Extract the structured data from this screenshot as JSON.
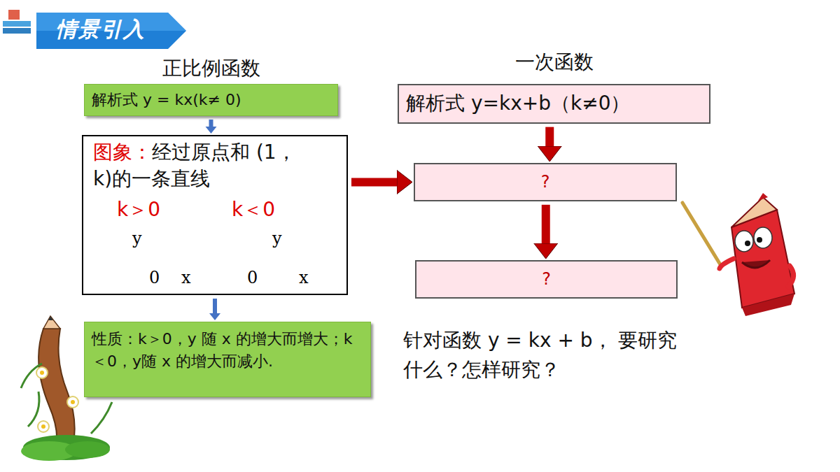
{
  "diagram": {
    "title": "情景引入",
    "nodes": [
      {
        "text": [
          "正比例函数",
          "解析式 y = kx(k≠ 0)"
        ]
      },
      {
        "text": [
          "图象：",
          "经过原点和 (1，k)的一条直线",
          "k＞0",
          "k＜0",
          "y",
          "0",
          "x",
          "y",
          "0",
          "x"
        ]
      },
      {
        "text": [
          "性质：k＞0，y 随 x 的增大而增大；k＜0，y随 x 的增大而减小."
        ]
      },
      {
        "text": [
          "一次函数",
          "解析式 y=kx+b（k≠0）"
        ]
      },
      {
        "text": [
          "?"
        ]
      },
      {
        "text": [
          "?"
        ]
      }
    ],
    "edges": [
      {
        "from": 0,
        "to": 1,
        "arrow": "to"
      },
      {
        "from": 1,
        "to": 2,
        "arrow": "to"
      },
      {
        "from": 1,
        "to": 4,
        "arrow": "to"
      },
      {
        "from": 3,
        "to": 4,
        "arrow": "to"
      },
      {
        "from": 4,
        "to": 5,
        "arrow": "to"
      }
    ],
    "labels": [
      "针对函数 y = kx + b， 要研究什么？怎样研究？"
    ]
  }
}
